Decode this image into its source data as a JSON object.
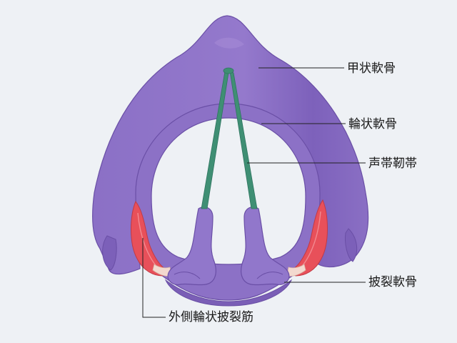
{
  "labels": {
    "thyroid": "甲状軟骨",
    "cricoid": "輪状軟骨",
    "ligament": "声帯靭帯",
    "arytenoid": "披裂軟骨",
    "muscle": "外側輪状披裂筋"
  },
  "colors": {
    "background": "#eef1f5",
    "cartilage": "#8a6fc2",
    "cartilage_dark": "#6a4fa6",
    "ligament": "#3f8f74",
    "muscle": "#e8505a",
    "tendon": "#f3d9cf",
    "leader": "#222222"
  }
}
